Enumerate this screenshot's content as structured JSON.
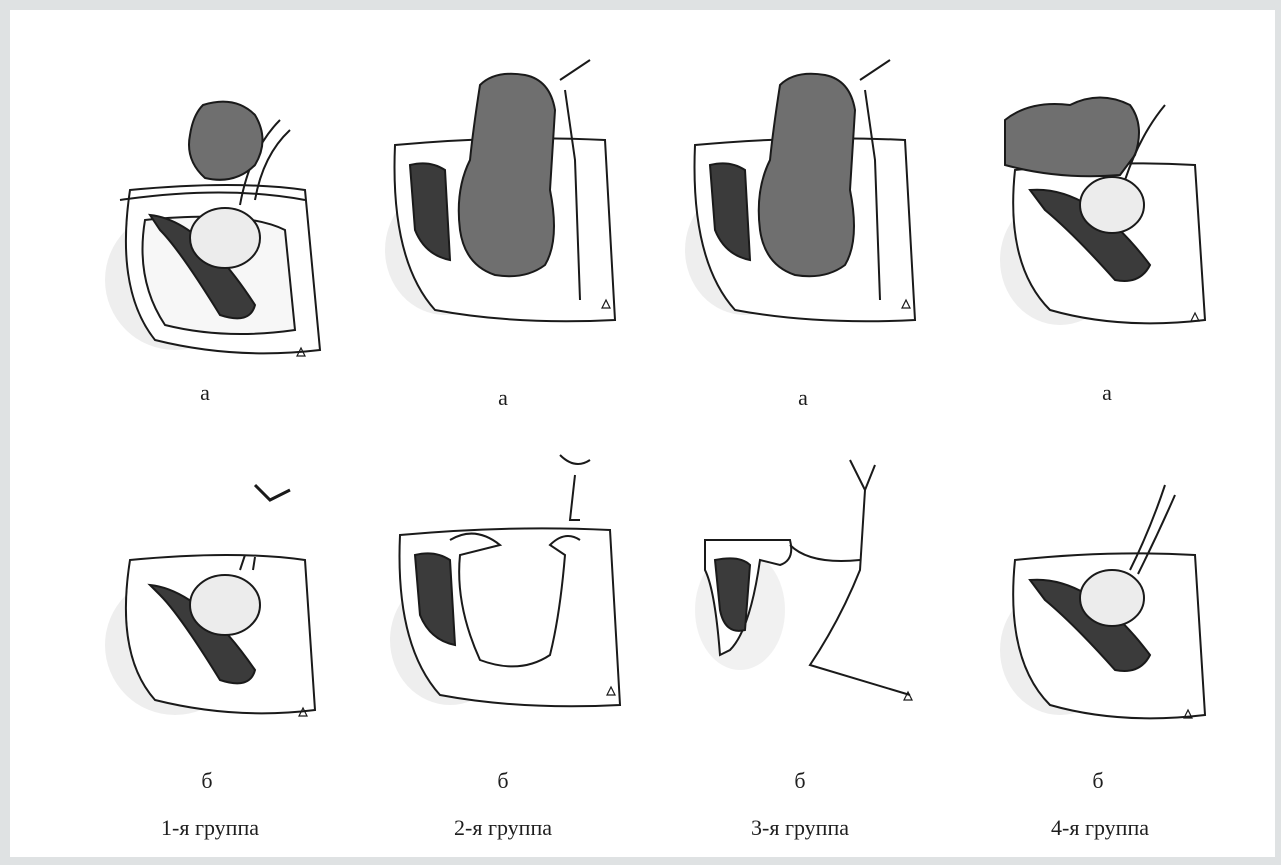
{
  "figure": {
    "panel_letter_top": "а",
    "panel_letter_bottom": "б",
    "groups": [
      {
        "label": "1-я группа"
      },
      {
        "label": "2-я группа"
      },
      {
        "label": "3-я группа"
      },
      {
        "label": "4-я группа"
      }
    ]
  },
  "colors": {
    "frame": "#dfe2e3",
    "tumor": "#6f6f6f",
    "sinus_dark": "#3b3b3b",
    "cyst_light": "#ececec",
    "bone": "#ffffff",
    "outline": "#1a1a1a"
  }
}
